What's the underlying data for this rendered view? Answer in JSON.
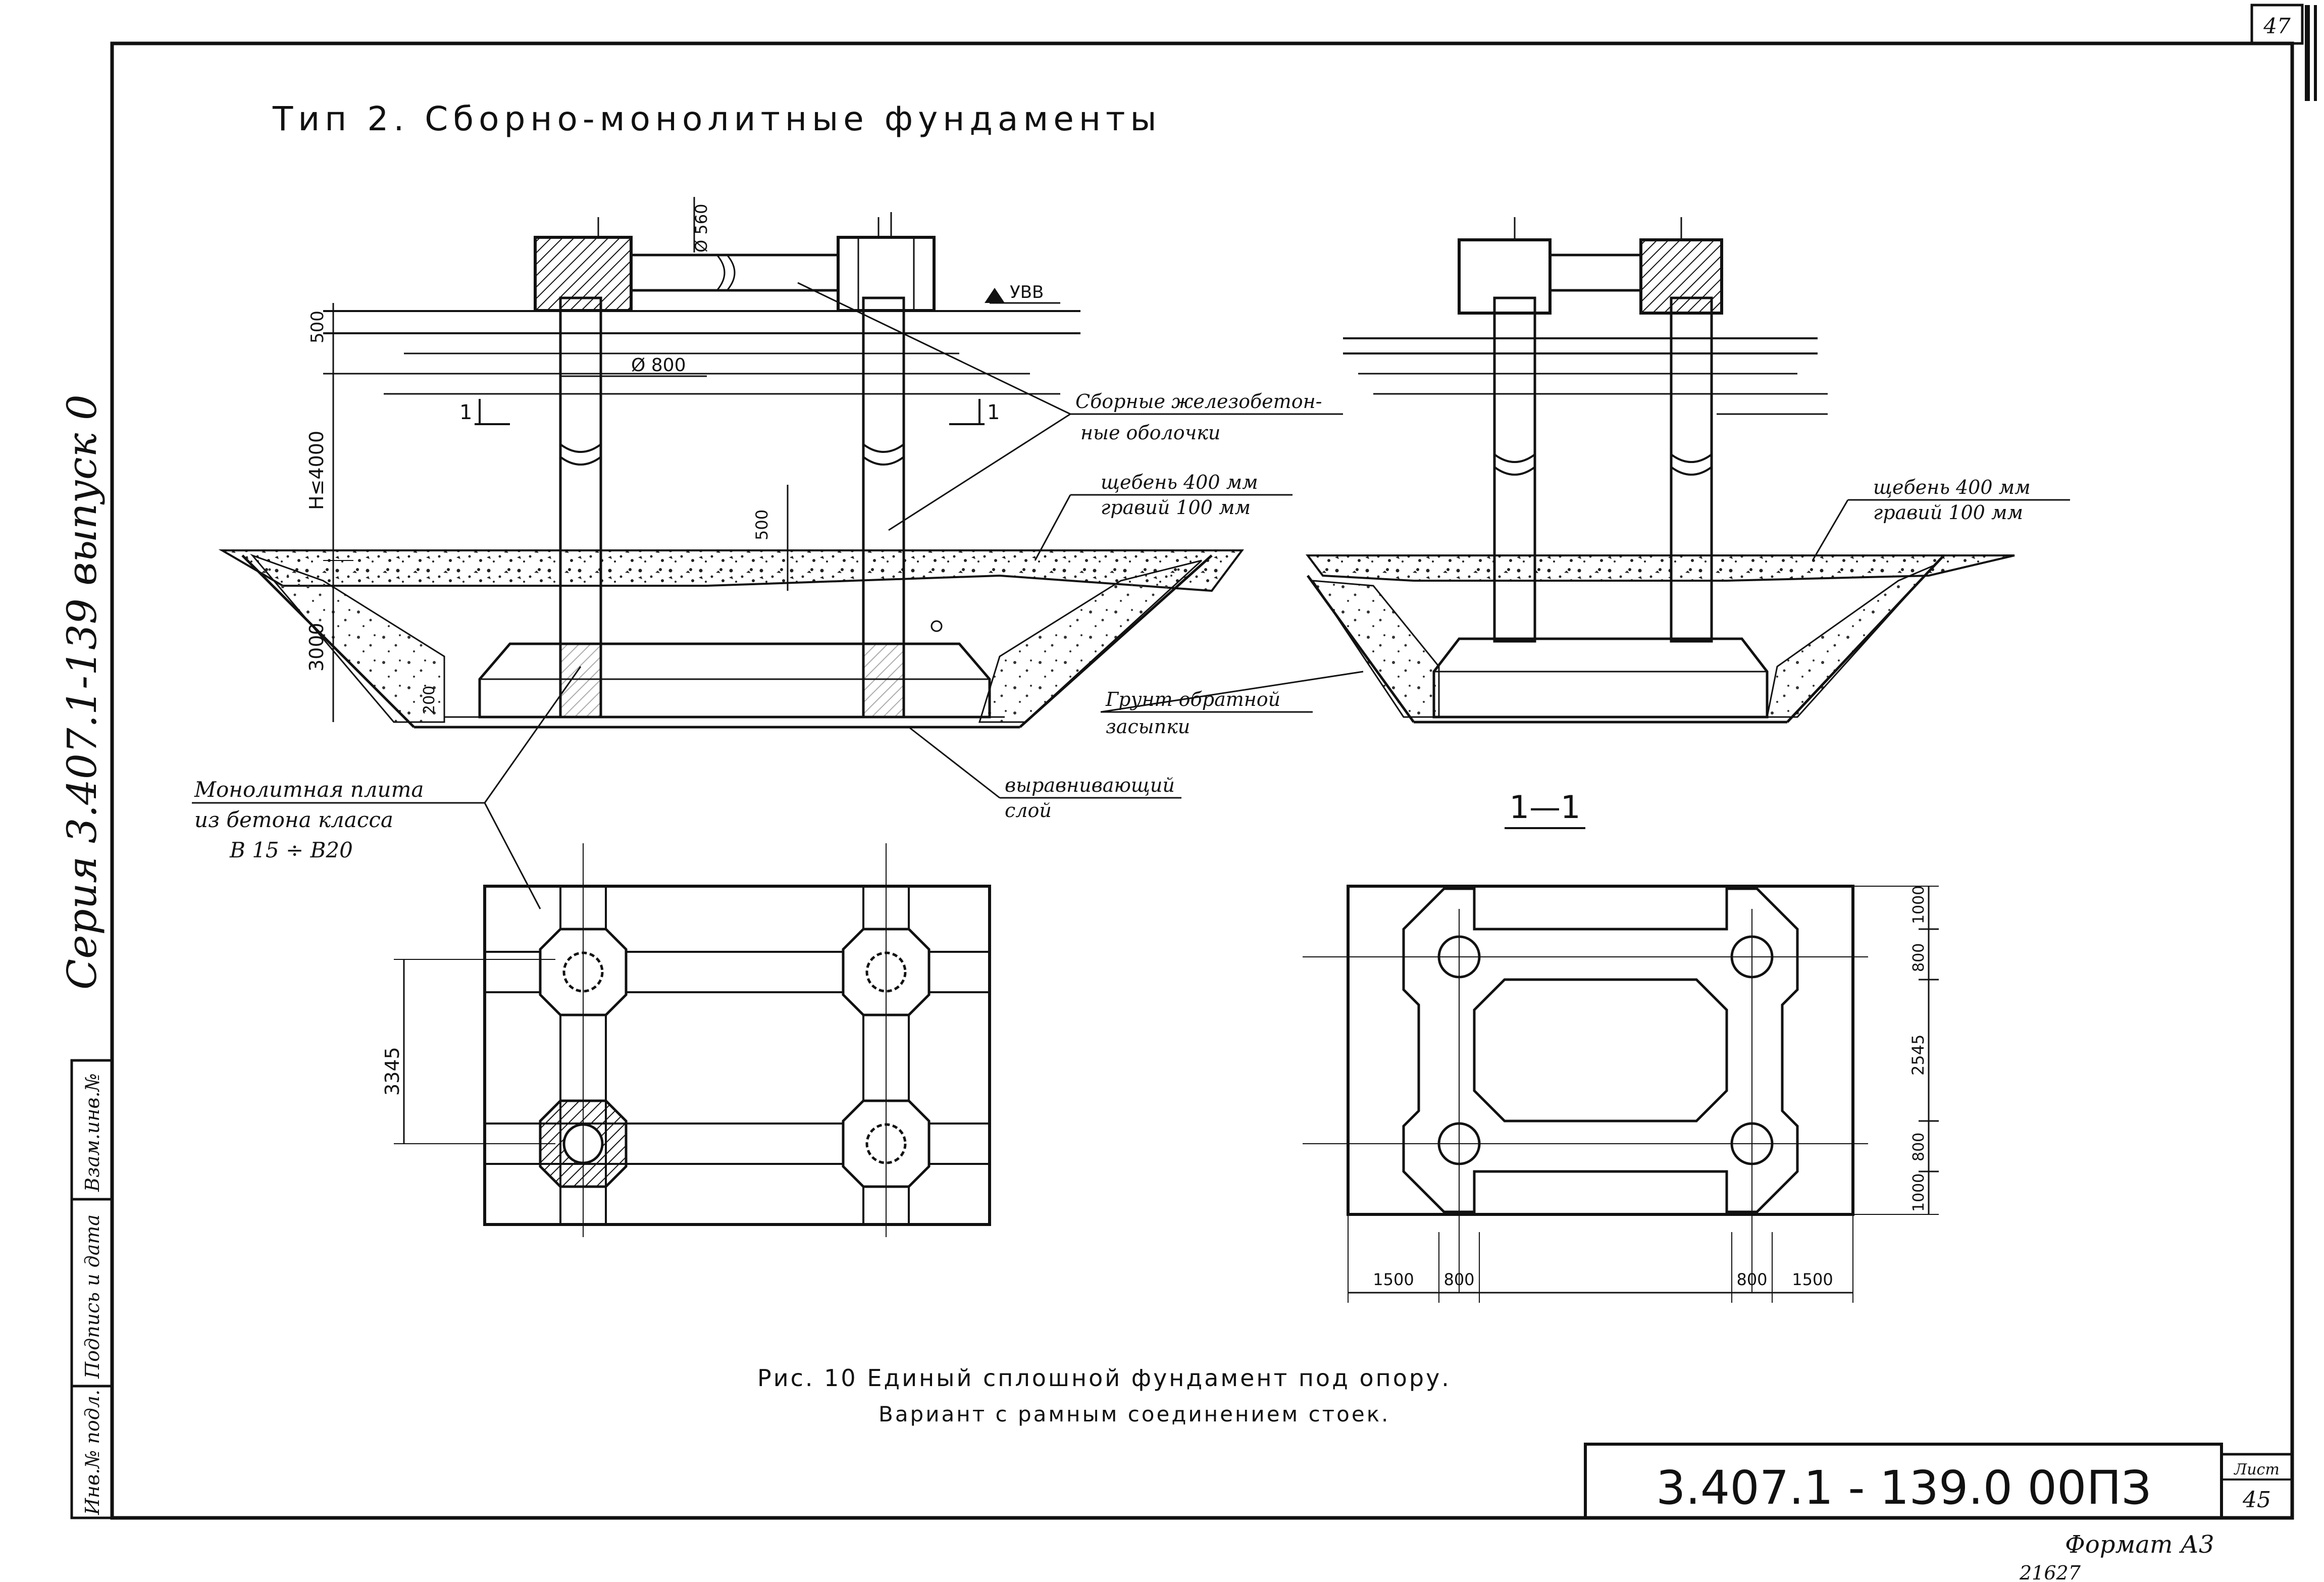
{
  "sheet": {
    "page_number": "47",
    "header_title": "Тип 2. Сборно-монолитные фундаменты",
    "side_series": "Серия 3.407.1-139 выпуск 0",
    "stamp": {
      "col1": "Инв.№ подл.",
      "col2": "Подпись и дата",
      "col3": "Взам.инв.№"
    },
    "doc_code": "3.407.1 - 139.0 00ПЗ",
    "list_label": "Лист",
    "list_number": "45",
    "format": "Формат А3",
    "footer_note": "21627"
  },
  "figure": {
    "caption_line1": "Рис. 10 Единый сплошной фундамент под опору.",
    "caption_line2": "Вариант с рамным соединением стоек.",
    "section_label": "1—1",
    "labels": {
      "uvv": "УВВ",
      "shells_1": "Сборные железобетон-",
      "shells_2": "ные оболочки",
      "gravel_1": "щебень 400 мм",
      "gravel_2": "гравий 100 мм",
      "gravel_right_1": "щебень 400 мм",
      "gravel_right_2": "гравий 100 мм",
      "backfill_1": "Грунт обратной",
      "backfill_2": "засыпки",
      "leveling_1": "выравнивающий",
      "leveling_2": "слой",
      "slab_1": "Монолитная плита",
      "slab_2": "из бетона класса",
      "slab_3": "В 15 ÷ В20",
      "section_mark_left": "1",
      "section_mark_right": "1"
    },
    "dims": {
      "d560": "Ø 560",
      "d800": "Ø 800",
      "h500_top": "500",
      "h4000": "H≤4000",
      "h500_mid": "500",
      "h3000": "3000",
      "h200": "200",
      "plan_3345": "3345",
      "r1000_top": "1000",
      "r800_top": "800",
      "r2545": "2545",
      "r800_bot": "800",
      "r1000_bot": "1000",
      "b1500_l": "1500",
      "b800_l": "800",
      "b800_r": "800",
      "b1500_r": "1500"
    }
  }
}
